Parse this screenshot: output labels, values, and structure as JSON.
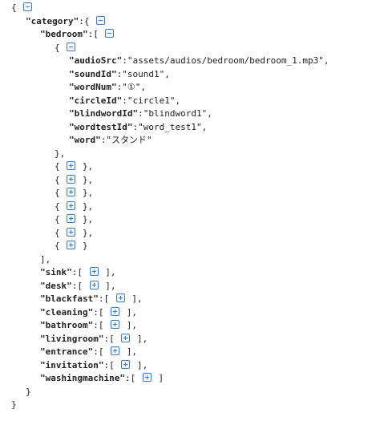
{
  "tree": {
    "type": "object",
    "collapsed": false,
    "children": [
      {
        "key": "category",
        "type": "object",
        "collapsed": false,
        "children": [
          {
            "key": "bedroom",
            "type": "array",
            "collapsed": false,
            "children": [
              {
                "type": "object",
                "collapsed": false,
                "children": [
                  {
                    "key": "audioSrc",
                    "type": "string",
                    "value": "assets/audios/bedroom/bedroom_1.mp3"
                  },
                  {
                    "key": "soundId",
                    "type": "string",
                    "value": "sound1"
                  },
                  {
                    "key": "wordNum",
                    "type": "string",
                    "value": "①"
                  },
                  {
                    "key": "circleId",
                    "type": "string",
                    "value": "circle1"
                  },
                  {
                    "key": "blindwordId",
                    "type": "string",
                    "value": "blindword1"
                  },
                  {
                    "key": "wordtestId",
                    "type": "string",
                    "value": "word_test1"
                  },
                  {
                    "key": "word",
                    "type": "string",
                    "value": "スタンド"
                  }
                ]
              },
              {
                "type": "object",
                "collapsed": true
              },
              {
                "type": "object",
                "collapsed": true
              },
              {
                "type": "object",
                "collapsed": true
              },
              {
                "type": "object",
                "collapsed": true
              },
              {
                "type": "object",
                "collapsed": true
              },
              {
                "type": "object",
                "collapsed": true
              },
              {
                "type": "object",
                "collapsed": true
              }
            ]
          },
          {
            "key": "sink",
            "type": "array",
            "collapsed": true
          },
          {
            "key": "desk",
            "type": "array",
            "collapsed": true
          },
          {
            "key": "blackfast",
            "type": "array",
            "collapsed": true
          },
          {
            "key": "cleaning",
            "type": "array",
            "collapsed": true
          },
          {
            "key": "bathroom",
            "type": "array",
            "collapsed": true
          },
          {
            "key": "livingroom",
            "type": "array",
            "collapsed": true
          },
          {
            "key": "entrance",
            "type": "array",
            "collapsed": true
          },
          {
            "key": "invitation",
            "type": "array",
            "collapsed": true
          },
          {
            "key": "washingmachine",
            "type": "array",
            "collapsed": true
          }
        ]
      }
    ]
  }
}
